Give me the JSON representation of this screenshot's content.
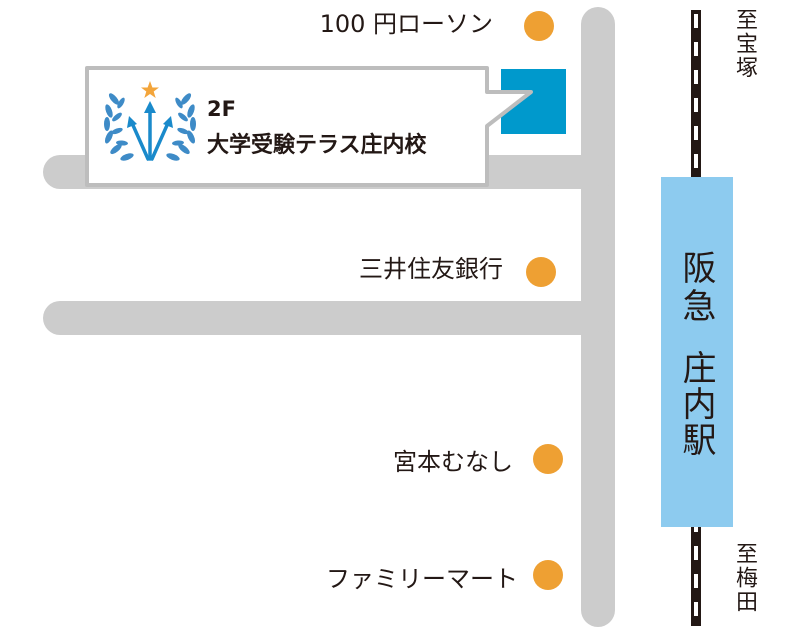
{
  "colors": {
    "road": "#CCCCCC",
    "station": "#8DCBEF",
    "school_block": "#0099CC",
    "landmark": "#EEA033",
    "laurel": "#3E8BC7",
    "star": "#F3A53B",
    "callout_border": "#BDBDBD",
    "rail": "#231815"
  },
  "school": {
    "floor": "2F",
    "name": "大学受験テラス庄内校",
    "logo_icon": "laurel-arrows-logo"
  },
  "landmarks": [
    {
      "label": "100 円ローソン"
    },
    {
      "label": "三井住友銀行"
    },
    {
      "label": "宮本むなし"
    },
    {
      "label": "ファミリーマート"
    }
  ],
  "station": {
    "line": "阪急",
    "name": "庄内駅"
  },
  "directions": {
    "north": "至宝塚",
    "south": "至梅田"
  }
}
